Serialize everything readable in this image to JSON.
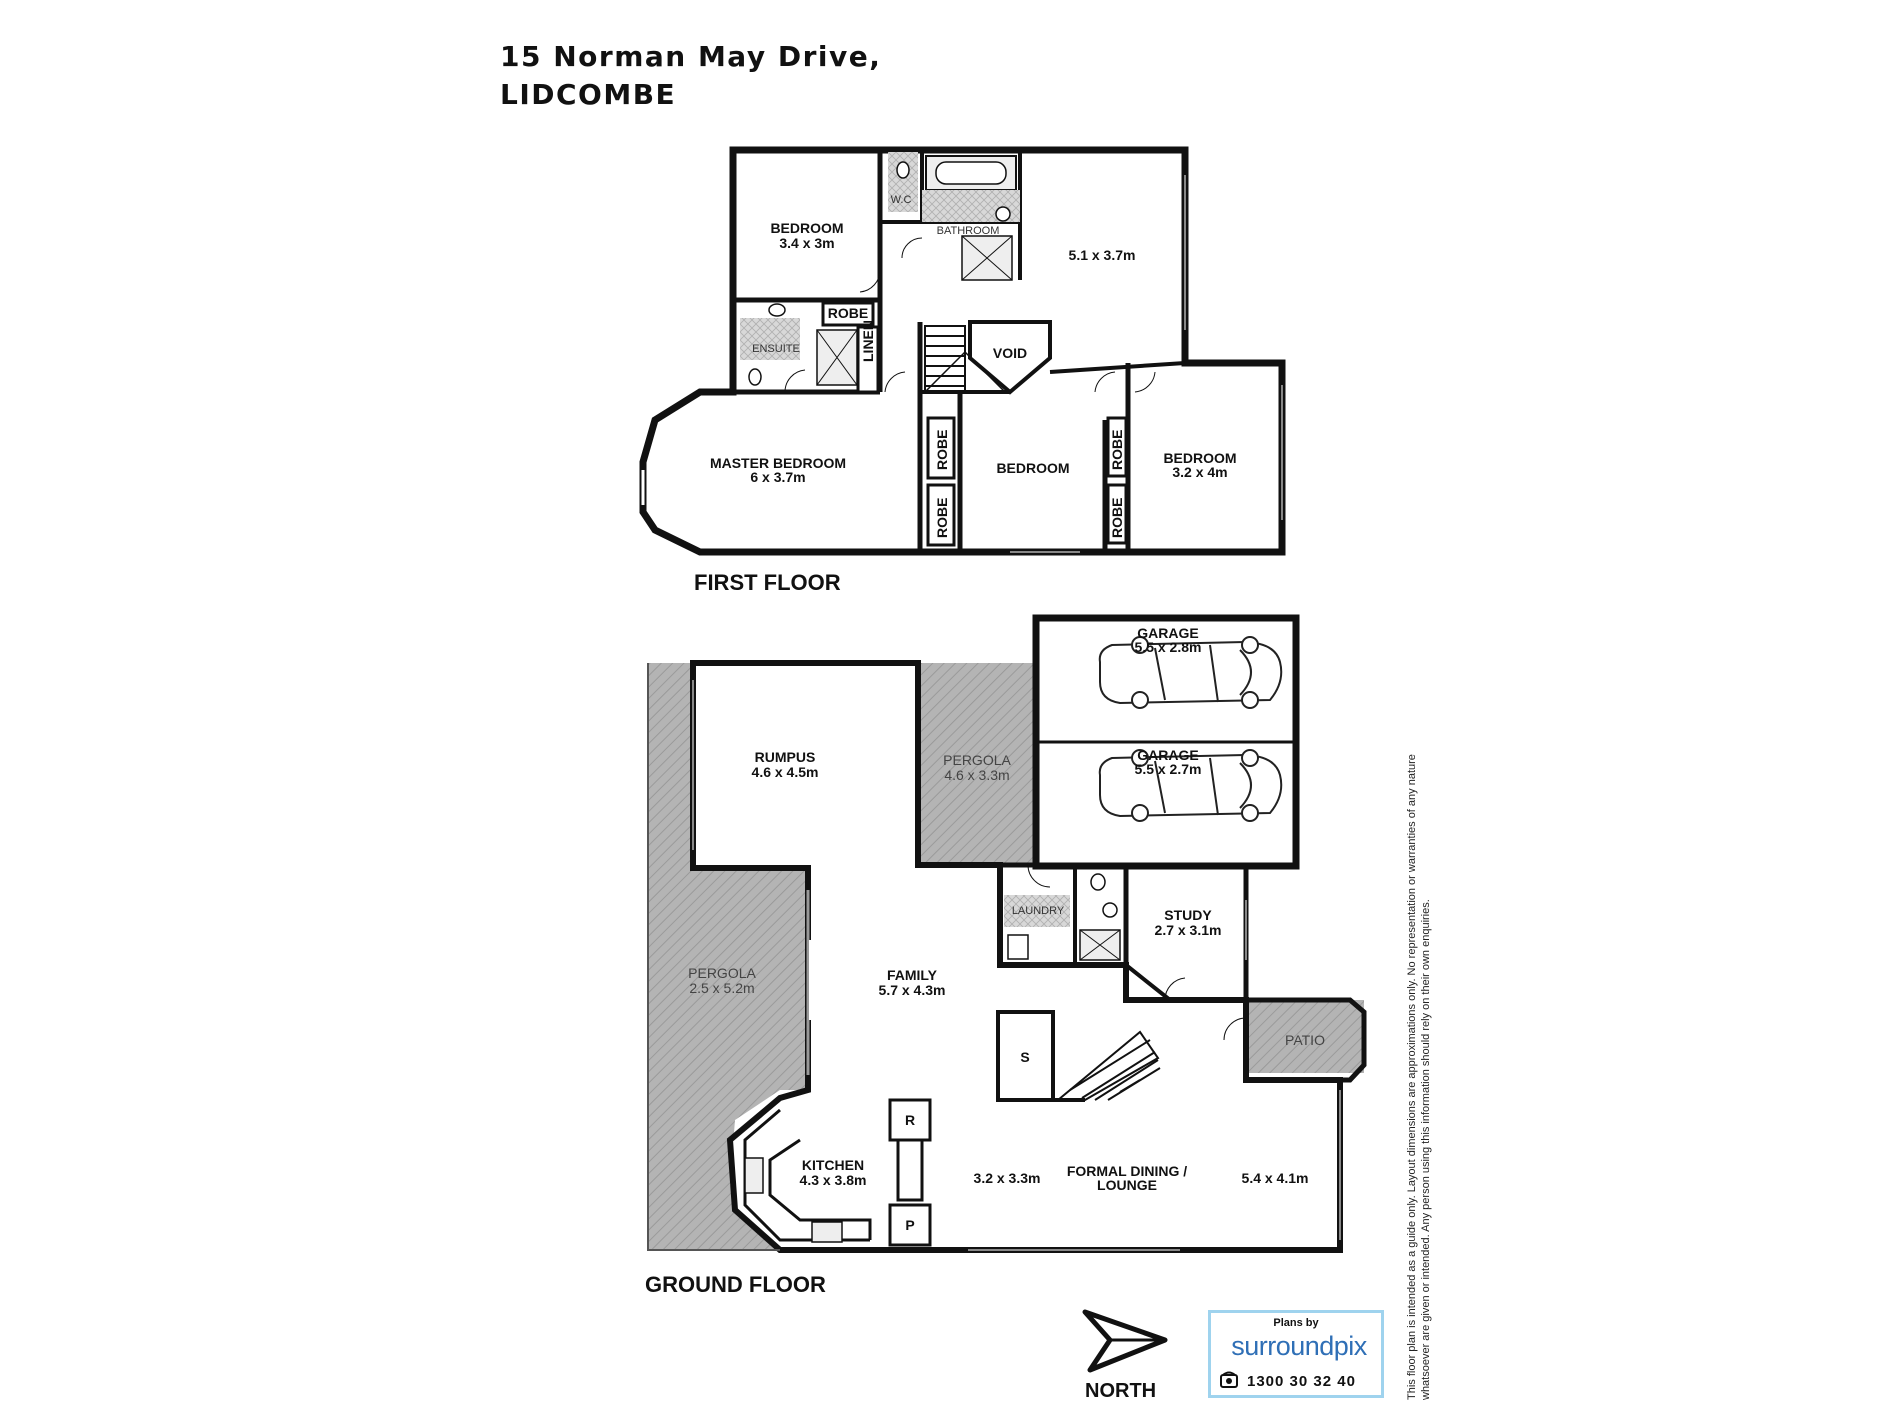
{
  "header": {
    "title_line1": "15 Norman May Drive,",
    "title_line2": "LIDCOMBE"
  },
  "first_floor": {
    "label": "FIRST FLOOR",
    "rooms": {
      "bedroom_nw": {
        "name": "BEDROOM",
        "size": "3.4 x 3m"
      },
      "wc": {
        "name": "W.C"
      },
      "bathroom": {
        "name": "BATHROOM"
      },
      "room_ne": {
        "size": "5.1 x 3.7m"
      },
      "robe_top": {
        "name": "ROBE"
      },
      "ensuite": {
        "name": "ENSUITE"
      },
      "linen": {
        "name": "LINEN"
      },
      "void": {
        "name": "VOID"
      },
      "master": {
        "name": "MASTER BEDROOM",
        "size": "6 x 3.7m"
      },
      "robe_1": {
        "name": "ROBE"
      },
      "robe_2": {
        "name": "ROBE"
      },
      "bedroom_mid": {
        "name": "BEDROOM"
      },
      "robe_3": {
        "name": "ROBE"
      },
      "robe_4": {
        "name": "ROBE"
      },
      "bedroom_e": {
        "name": "BEDROOM",
        "size": "3.2 x 4m"
      }
    }
  },
  "ground_floor": {
    "label": "GROUND FLOOR",
    "rooms": {
      "garage_1": {
        "name": "GARAGE",
        "size": "5.5 x 2.8m"
      },
      "garage_2": {
        "name": "GARAGE",
        "size": "5.5 x 2.7m"
      },
      "rumpus": {
        "name": "RUMPUS",
        "size": "4.6 x 4.5m"
      },
      "pergola_top": {
        "name": "PERGOLA",
        "size": "4.6 x 3.3m"
      },
      "laundry": {
        "name": "LAUNDRY"
      },
      "study": {
        "name": "STUDY",
        "size": "2.7 x 3.1m"
      },
      "pergola_left": {
        "name": "PERGOLA",
        "size": "2.5 x 5.2m"
      },
      "family": {
        "name": "FAMILY",
        "size": "5.7 x 4.3m"
      },
      "patio": {
        "name": "PATIO"
      },
      "storage": {
        "name": "S"
      },
      "fridge": {
        "name": "R"
      },
      "pantry": {
        "name": "P"
      },
      "kitchen": {
        "name": "KITCHEN",
        "size": "4.3 x 3.8m"
      },
      "dining_size": {
        "size": "3.2 x 3.3m"
      },
      "formal": {
        "name_line1": "FORMAL DINING /",
        "name_line2": "LOUNGE"
      },
      "lounge_size": {
        "size": "5.4 x 4.1m"
      }
    }
  },
  "compass": {
    "label": "NORTH"
  },
  "photographer": {
    "caption": "Plans by",
    "brand": "surroundpix",
    "phone": "1300 30 32 40"
  },
  "disclaimer": {
    "line1": "This floor plan is intended as a guide only. Layout dimensions are approximations only. No representation or warranties of any nature",
    "line2": "whatsoever are given or intended. Any person using this information should rely on their own enquiries."
  }
}
